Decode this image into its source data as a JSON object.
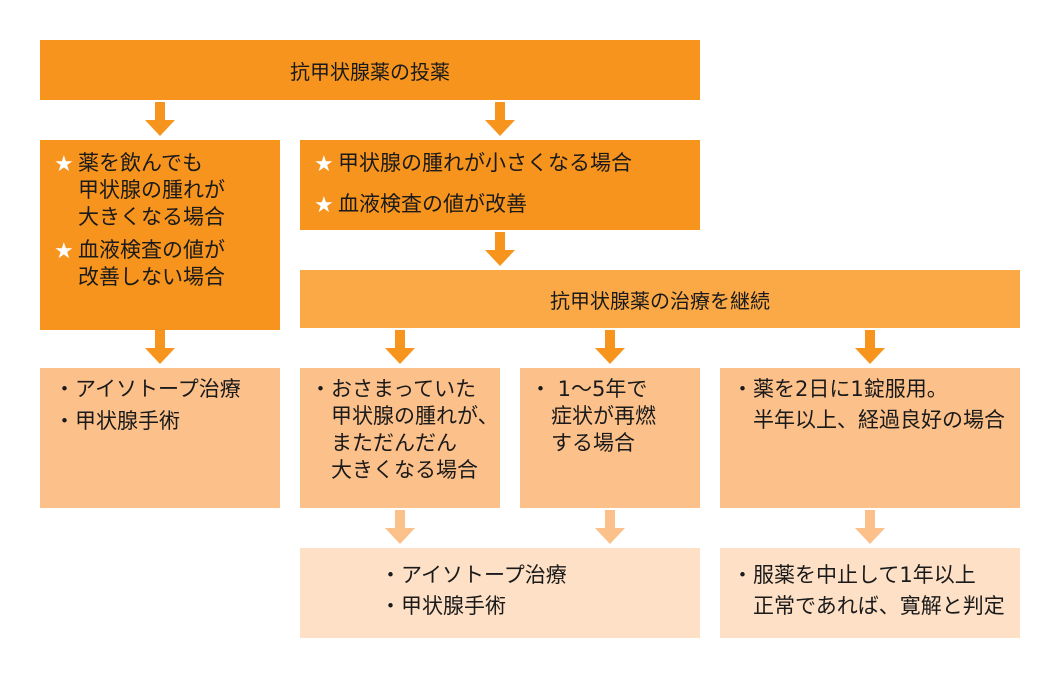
{
  "colors": {
    "dark": "#f7941d",
    "medium": "#fba947",
    "light": "#fcc08a",
    "pale": "#fde0c6",
    "arrow_dark": "#f7941d",
    "arrow_light": "#fcc08a"
  },
  "icons": {
    "bullet": "star-icon",
    "arrow": "arrow-down-icon"
  },
  "top": {
    "title": "抗甲状腺薬の投薬"
  },
  "left_condition": {
    "items": [
      {
        "lines": [
          "薬を飲んでも",
          "甲状腺の腫れが",
          "大きくなる場合"
        ]
      },
      {
        "lines": [
          "血液検査の値が",
          "改善しない場合"
        ]
      }
    ]
  },
  "right_condition": {
    "items": [
      {
        "lines": [
          "甲状腺の腫れが小さくなる場合"
        ]
      },
      {
        "lines": [
          "血液検査の値が改善"
        ]
      }
    ]
  },
  "continue": {
    "title": "抗甲状腺薬の治療を継続"
  },
  "left_treatment": {
    "lines": [
      "・アイソトープ治療",
      "・甲状腺手術"
    ]
  },
  "case_regrow": {
    "lines": [
      "・おさまっていた",
      "　甲状腺の腫れが、",
      "　まただんだん",
      "　大きくなる場合"
    ]
  },
  "case_relapse": {
    "lines": [
      "・ 1～5年で",
      "　症状が再燃",
      "　する場合"
    ]
  },
  "case_good": {
    "lines": [
      "・薬を2日に1錠服用。",
      "　半年以上、経過良好の場合"
    ]
  },
  "bottom_treatment": {
    "lines": [
      "・アイソトープ治療",
      "・甲状腺手術"
    ]
  },
  "bottom_remission": {
    "lines": [
      "・服薬を中止して1年以上",
      "　正常であれば、寛解と判定"
    ]
  }
}
